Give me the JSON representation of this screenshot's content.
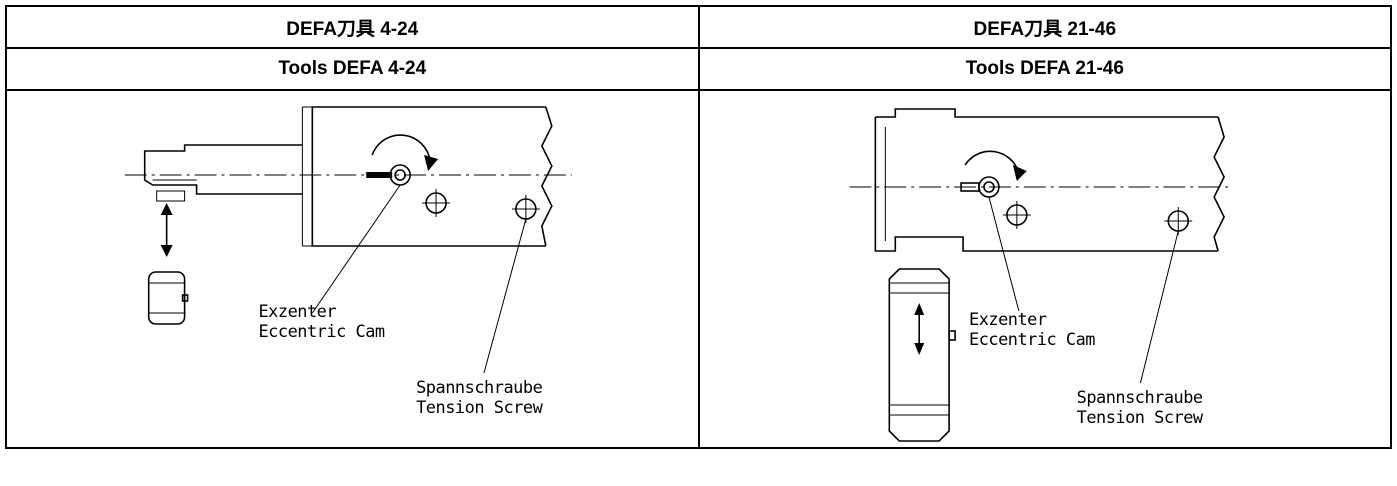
{
  "columns": [
    {
      "title_cn": "DEFA刀具  4-24",
      "title_en": "Tools DEFA 4-24",
      "label_cam_de": "Exzenter",
      "label_cam_en": "Eccentric Cam",
      "label_screw_de": "Spannschraube",
      "label_screw_en": "Tension Screw"
    },
    {
      "title_cn": "DEFA刀具  21-46",
      "title_en": "Tools DEFA 21-46",
      "label_cam_de": "Exzenter",
      "label_cam_en": "Eccentric Cam",
      "label_screw_de": "Spannschraube",
      "label_screw_en": "Tension Screw"
    }
  ]
}
